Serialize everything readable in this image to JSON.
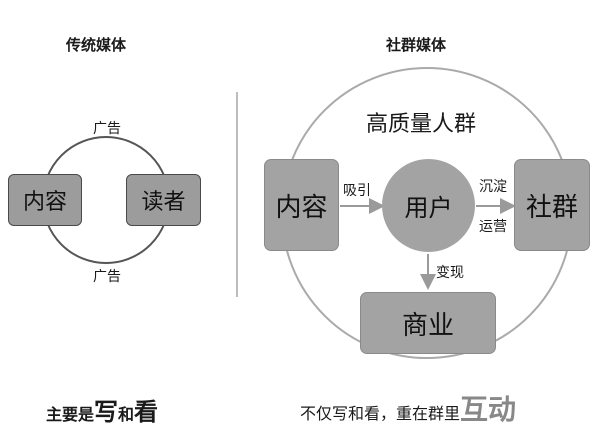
{
  "traditional": {
    "title": "传统媒体",
    "ad_top": "广告",
    "ad_bottom": "广告",
    "content": "内容",
    "reader": "读者",
    "caption_prefix": "主要是",
    "caption_em1": "写",
    "caption_mid": "和",
    "caption_em2": "看"
  },
  "social": {
    "title": "社群媒体",
    "crowd": "高质量人群",
    "content": "内容",
    "attract": "吸引",
    "user": "用户",
    "settle": "沉淀",
    "operate": "运营",
    "community": "社群",
    "monetize": "变现",
    "business": "商业",
    "caption_text": "不仅写和看，重在群里",
    "caption_em": "互动"
  },
  "colors": {
    "box_fill": "#9c9c9c",
    "line": "#555555",
    "arrow": "#9a9a9a"
  }
}
